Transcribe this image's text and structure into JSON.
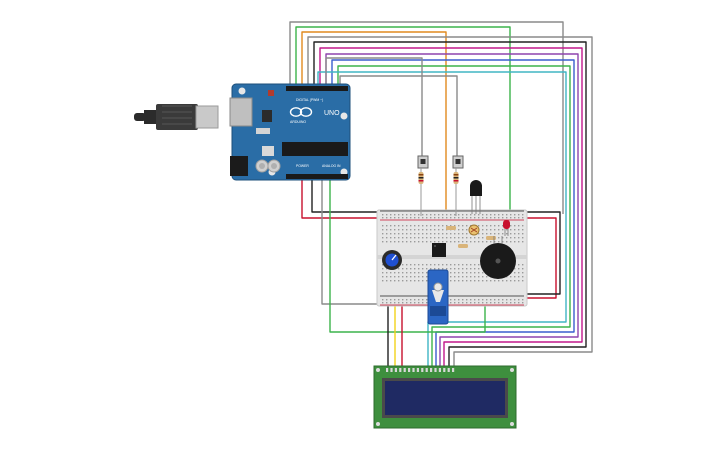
{
  "arduino": {
    "brand": "ARDUINO",
    "model": "UNO",
    "digital_header_text": "DIGITAL (PWM ~)",
    "power_label": "POWER",
    "analog_label": "ANALOG IN"
  },
  "components": [
    "arduino-uno",
    "usb-cable",
    "breadboard",
    "pushbutton",
    "pushbutton",
    "resistor",
    "resistor",
    "photoresistor",
    "temperature-sensor",
    "potentiometer",
    "integrated-circuit",
    "servo-motor",
    "piezo-buzzer",
    "led",
    "lcd-16x2"
  ],
  "colors": {
    "pcb_blue": "#2a6da6",
    "wire_red": "#c8102e",
    "wire_black": "#222222",
    "wire_orange": "#e08a1e",
    "wire_green": "#3cb44b",
    "wire_gray": "#8a8a8a",
    "wire_purple": "#8e44ad",
    "wire_blue": "#3a5fcd",
    "wire_magenta": "#c2188b",
    "wire_teal": "#40b5c4",
    "wire_yellow": "#f2d21b",
    "lcd_green": "#3e8f3e",
    "lcd_screen": "#1f2a63",
    "breadboard": "#e6e6e6"
  }
}
